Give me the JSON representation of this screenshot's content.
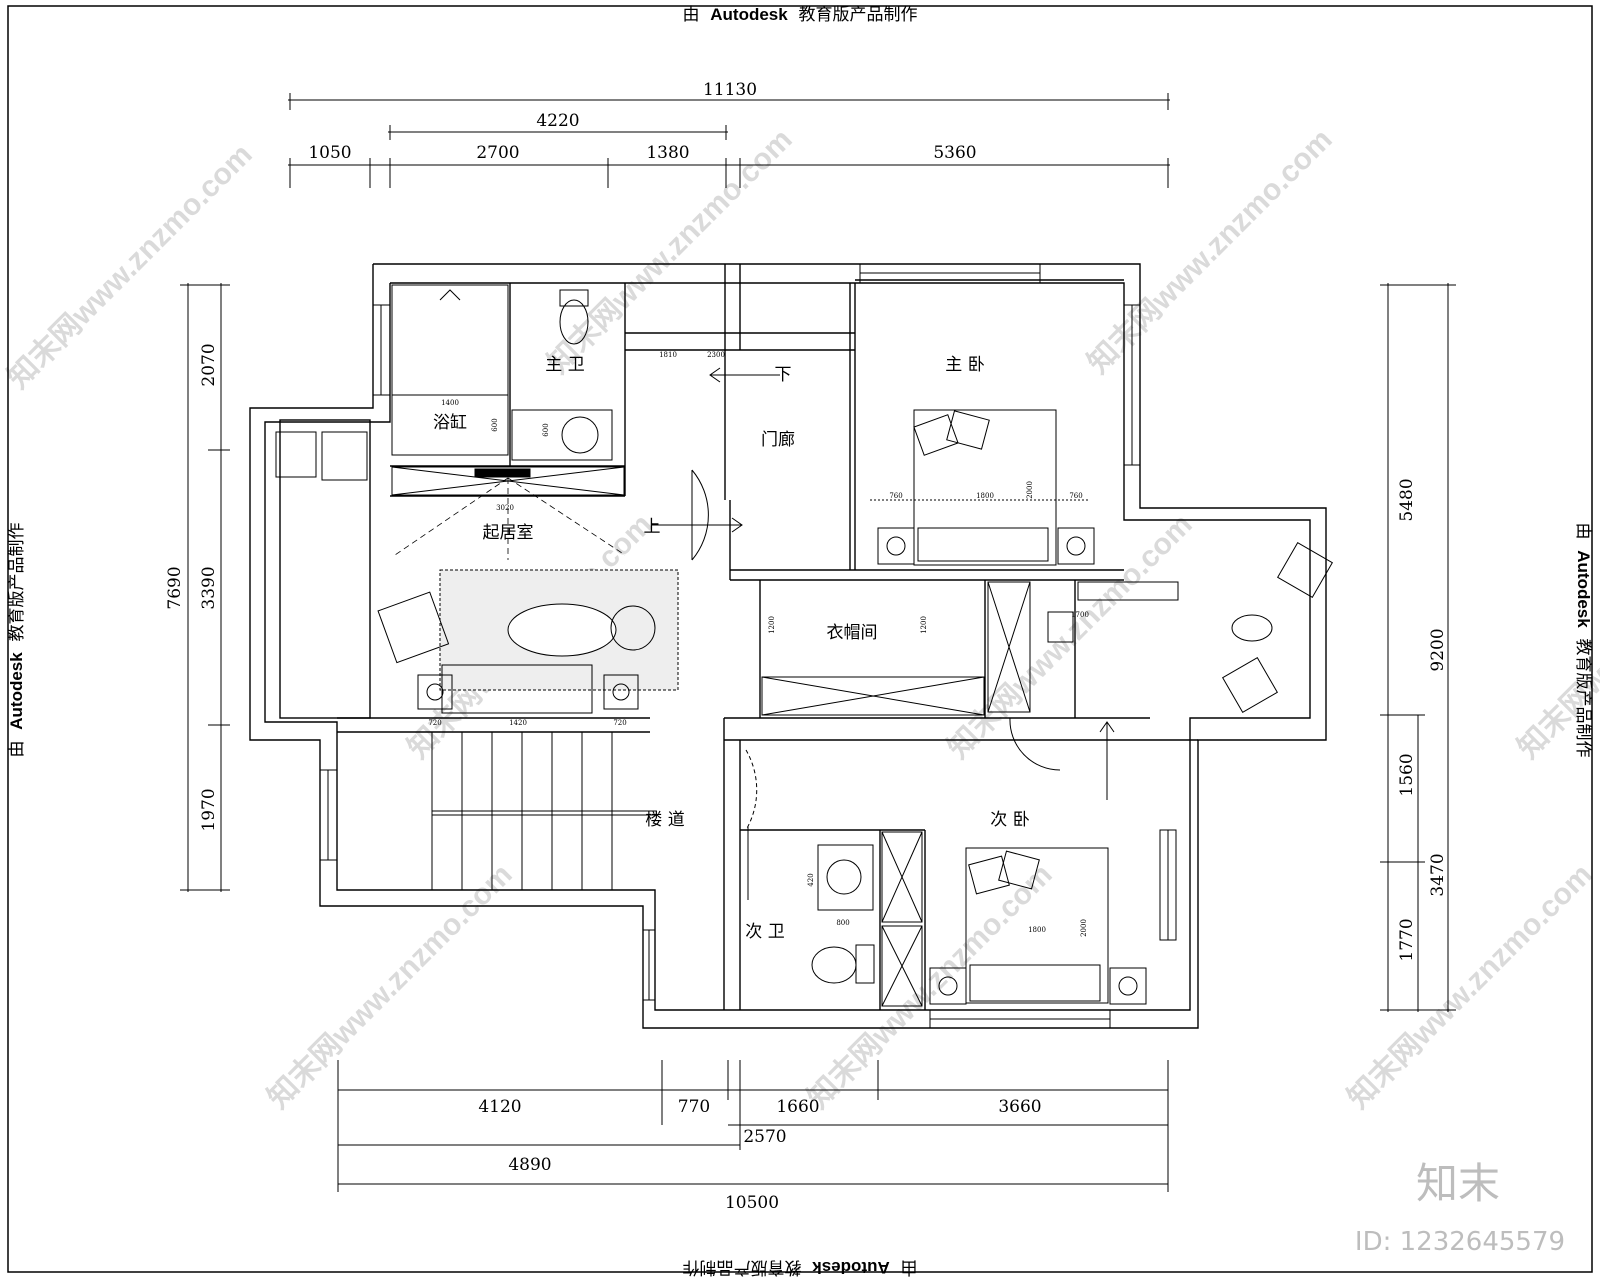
{
  "watermarks": {
    "autodesk_prefix": "由",
    "autodesk_brand": "Autodesk",
    "autodesk_suffix": "教育版产品制作",
    "site_watermark": "知末网www.znzmo.com",
    "brand_logo": "知末",
    "image_id": "ID: 1232645579"
  },
  "rooms": {
    "master_bath": "主 卫",
    "bathtub": "浴缸",
    "master_bedroom": "主 卧",
    "hallway": "门廊",
    "living_room": "起居室",
    "cloakroom": "衣帽间",
    "stairwell": "楼 道",
    "second_bedroom": "次 卧",
    "second_bath": "次 卫"
  },
  "stair_labels": {
    "down": "下",
    "up": "上"
  },
  "dimensions": {
    "top": {
      "total": "11130",
      "sub": "4220",
      "segments": [
        "1050",
        "2700",
        "1380",
        "5360"
      ]
    },
    "bottom": {
      "segments": [
        "4120",
        "770",
        "1660",
        "3660"
      ],
      "sub_a": "2570",
      "sub_b": "4890",
      "total": "10500"
    },
    "left": {
      "total": "7690",
      "segments": [
        "2070",
        "3390",
        "1970"
      ]
    },
    "right": {
      "total": "9200",
      "upper": "5480",
      "mid": "1560",
      "lower_total": "3470",
      "lower": "1770"
    }
  },
  "furniture_dims": {
    "bed_w": "1800",
    "bed_l": "2000",
    "nightstand": "760",
    "tub_w": "1400",
    "tub_d": "600",
    "vanity": "600",
    "wardrobe": "1200",
    "tv_wall": "3020",
    "sofa": "1420",
    "side_table": "720",
    "basin": "420",
    "toilet": "800",
    "closet_depth": "1700",
    "hall_w": "1810",
    "hall_seg": "2300"
  }
}
